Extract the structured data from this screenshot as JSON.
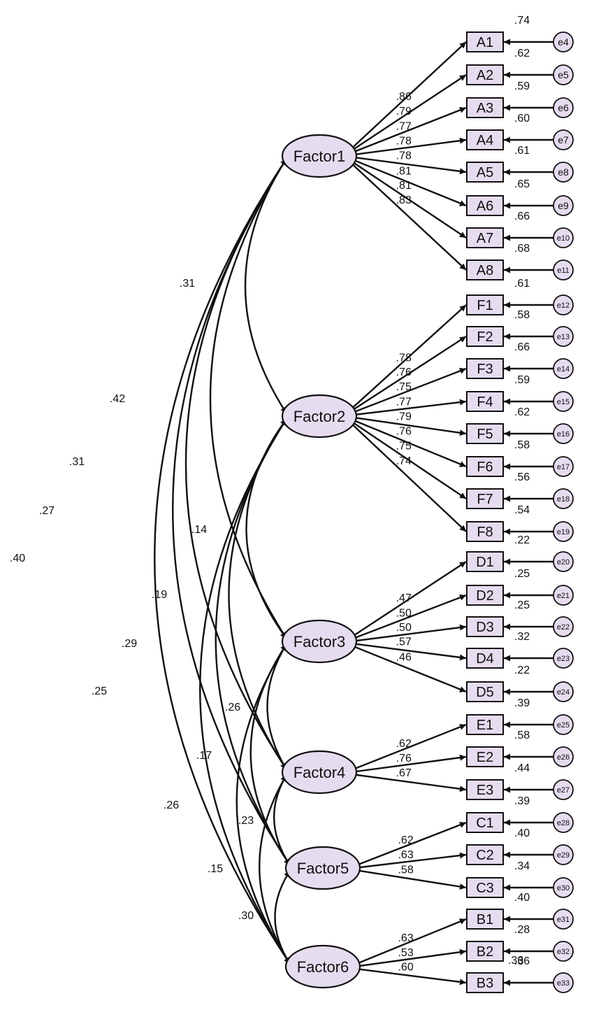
{
  "colors": {
    "factor_fill": "#e6dcef",
    "indicator_fill": "#e6dcef",
    "error_fill": "#e6dcef",
    "stroke": "#111111"
  },
  "factors": [
    {
      "id": "f1",
      "label": "Factor1"
    },
    {
      "id": "f2",
      "label": "Factor2"
    },
    {
      "id": "f3",
      "label": "Factor3"
    },
    {
      "id": "f4",
      "label": "Factor4"
    },
    {
      "id": "f5",
      "label": "Factor5"
    },
    {
      "id": "f6",
      "label": "Factor6"
    }
  ],
  "indicators": [
    {
      "label": "A1",
      "factor": "f1",
      "loading": ".86",
      "r2": ".74",
      "error": "e4"
    },
    {
      "label": "A2",
      "factor": "f1",
      "loading": ".79",
      "r2": ".62",
      "error": "e5"
    },
    {
      "label": "A3",
      "factor": "f1",
      "loading": ".77",
      "r2": ".59",
      "error": "e6"
    },
    {
      "label": "A4",
      "factor": "f1",
      "loading": ".78",
      "r2": ".60",
      "error": "e7"
    },
    {
      "label": "A5",
      "factor": "f1",
      "loading": ".78",
      "r2": ".61",
      "error": "e8"
    },
    {
      "label": "A6",
      "factor": "f1",
      "loading": ".81",
      "r2": ".65",
      "error": "e9"
    },
    {
      "label": "A7",
      "factor": "f1",
      "loading": ".81",
      "r2": ".66",
      "error": "e10"
    },
    {
      "label": "A8",
      "factor": "f1",
      "loading": ".83",
      "r2": ".68",
      "error": "e11"
    },
    {
      "label": "F1",
      "factor": "f2",
      "loading": ".78",
      "r2": ".61",
      "error": "e12"
    },
    {
      "label": "F2",
      "factor": "f2",
      "loading": ".76",
      "r2": ".58",
      "error": "e13"
    },
    {
      "label": "F3",
      "factor": "f2",
      "loading": ".75",
      "r2": ".66",
      "error": "e14"
    },
    {
      "label": "F4",
      "factor": "f2",
      "loading": ".77",
      "r2": ".59",
      "error": "e15"
    },
    {
      "label": "F5",
      "factor": "f2",
      "loading": ".79",
      "r2": ".62",
      "error": "e16"
    },
    {
      "label": "F6",
      "factor": "f2",
      "loading": ".76",
      "r2": ".58",
      "error": "e17"
    },
    {
      "label": "F7",
      "factor": "f2",
      "loading": ".75",
      "r2": ".56",
      "error": "e18"
    },
    {
      "label": "F8",
      "factor": "f2",
      "loading": ".74",
      "r2": ".54",
      "error": "e19"
    },
    {
      "label": "D1",
      "factor": "f3",
      "loading": ".47",
      "r2": ".22",
      "error": "e20"
    },
    {
      "label": "D2",
      "factor": "f3",
      "loading": ".50",
      "r2": ".25",
      "error": "e21"
    },
    {
      "label": "D3",
      "factor": "f3",
      "loading": ".50",
      "r2": ".25",
      "error": "e22"
    },
    {
      "label": "D4",
      "factor": "f3",
      "loading": ".57",
      "r2": ".32",
      "error": "e23"
    },
    {
      "label": "D5",
      "factor": "f3",
      "loading": ".46",
      "r2": ".22",
      "error": "e24"
    },
    {
      "label": "E1",
      "factor": "f4",
      "loading": ".62",
      "r2": ".39",
      "error": "e25"
    },
    {
      "label": "E2",
      "factor": "f4",
      "loading": ".76",
      "r2": ".58",
      "error": "e26"
    },
    {
      "label": "E3",
      "factor": "f4",
      "loading": ".67",
      "r2": ".44",
      "error": "e27"
    },
    {
      "label": "C1",
      "factor": "f5",
      "loading": ".62",
      "r2": ".39",
      "error": "e28"
    },
    {
      "label": "C2",
      "factor": "f5",
      "loading": ".63",
      "r2": ".40",
      "error": "e29"
    },
    {
      "label": "C3",
      "factor": "f5",
      "loading": ".58",
      "r2": ".34",
      "error": "e30"
    },
    {
      "label": "B1",
      "factor": "f6",
      "loading": ".63",
      "r2": ".40",
      "error": "e31"
    },
    {
      "label": "B2",
      "factor": "f6",
      "loading": ".53",
      "r2": ".28",
      "error": "e32"
    },
    {
      "label": "B3",
      "factor": "f6",
      "loading": ".60",
      "r2": ".36",
      "error": "e33"
    }
  ],
  "trailing_r2": ".36",
  "correlations": [
    {
      "from": "f1",
      "to": "f2",
      "value": ".31"
    },
    {
      "from": "f1",
      "to": "f3",
      "value": ".42"
    },
    {
      "from": "f1",
      "to": "f4",
      "value": ".31"
    },
    {
      "from": "f1",
      "to": "f5",
      "value": ".27"
    },
    {
      "from": "f1",
      "to": "f6",
      "value": ".40"
    },
    {
      "from": "f2",
      "to": "f3",
      "value": ".14"
    },
    {
      "from": "f2",
      "to": "f4",
      "value": ".19"
    },
    {
      "from": "f2",
      "to": "f5",
      "value": ".29"
    },
    {
      "from": "f2",
      "to": "f6",
      "value": ".25"
    },
    {
      "from": "f3",
      "to": "f4",
      "value": ".26"
    },
    {
      "from": "f3",
      "to": "f5",
      "value": ".17"
    },
    {
      "from": "f3",
      "to": "f6",
      "value": ".26"
    },
    {
      "from": "f4",
      "to": "f5",
      "value": ".23"
    },
    {
      "from": "f4",
      "to": "f6",
      "value": ".15"
    },
    {
      "from": "f5",
      "to": "f6",
      "value": ".30"
    }
  ]
}
